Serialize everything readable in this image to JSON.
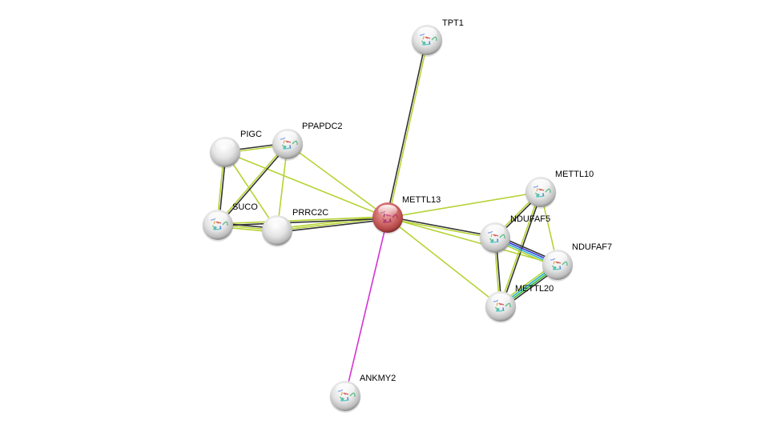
{
  "network": {
    "center_color": "#c0504d",
    "nodes": [
      {
        "id": "TPT1",
        "label": "TPT1",
        "structure": true
      },
      {
        "id": "PIGC",
        "label": "PIGC",
        "structure": false
      },
      {
        "id": "PPAPDC2",
        "label": "PPAPDC2",
        "structure": true
      },
      {
        "id": "METTL13",
        "label": "METTL13",
        "structure": true,
        "query": true
      },
      {
        "id": "METTL10",
        "label": "METTL10",
        "structure": true
      },
      {
        "id": "SUCO",
        "label": "SUCO",
        "structure": true
      },
      {
        "id": "PRRC2C",
        "label": "PRRC2C",
        "structure": false
      },
      {
        "id": "NDUFAF5",
        "label": "NDUFAF5",
        "structure": true
      },
      {
        "id": "NDUFAF7",
        "label": "NDUFAF7",
        "structure": true
      },
      {
        "id": "METTL20",
        "label": "METTL20",
        "structure": true
      },
      {
        "id": "ANKMY2",
        "label": "ANKMY2",
        "structure": true
      }
    ],
    "edges": [
      {
        "a": "METTL13",
        "b": "TPT1",
        "colors": [
          "#333333",
          "#b5d334"
        ]
      },
      {
        "a": "METTL13",
        "b": "ANKMY2",
        "colors": [
          "#d630d6"
        ]
      },
      {
        "a": "METTL13",
        "b": "PIGC",
        "colors": [
          "#b5d334"
        ]
      },
      {
        "a": "METTL13",
        "b": "PPAPDC2",
        "colors": [
          "#b5d334"
        ]
      },
      {
        "a": "METTL13",
        "b": "PRRC2C",
        "colors": [
          "#333333",
          "#b5d334",
          "#b5d334"
        ]
      },
      {
        "a": "METTL13",
        "b": "SUCO",
        "colors": [
          "#333333",
          "#b5d334"
        ]
      },
      {
        "a": "METTL13",
        "b": "METTL10",
        "colors": [
          "#b5d334"
        ]
      },
      {
        "a": "METTL13",
        "b": "NDUFAF5",
        "colors": [
          "#333333",
          "#b5d334"
        ]
      },
      {
        "a": "METTL13",
        "b": "NDUFAF7",
        "colors": [
          "#b5d334"
        ]
      },
      {
        "a": "METTL13",
        "b": "METTL20",
        "colors": [
          "#b5d334"
        ]
      },
      {
        "a": "PIGC",
        "b": "PPAPDC2",
        "colors": [
          "#333333",
          "#b5d334"
        ]
      },
      {
        "a": "PIGC",
        "b": "SUCO",
        "colors": [
          "#333333",
          "#b5d334"
        ]
      },
      {
        "a": "PIGC",
        "b": "PRRC2C",
        "colors": [
          "#b5d334"
        ]
      },
      {
        "a": "PPAPDC2",
        "b": "SUCO",
        "colors": [
          "#333333",
          "#b5d334"
        ]
      },
      {
        "a": "PPAPDC2",
        "b": "PRRC2C",
        "colors": [
          "#b5d334"
        ]
      },
      {
        "a": "SUCO",
        "b": "PRRC2C",
        "colors": [
          "#333333",
          "#b5d334",
          "#b5d334"
        ]
      },
      {
        "a": "METTL10",
        "b": "NDUFAF5",
        "colors": [
          "#333333",
          "#b5d334"
        ]
      },
      {
        "a": "METTL10",
        "b": "METTL20",
        "colors": [
          "#333333",
          "#b5d334"
        ]
      },
      {
        "a": "METTL10",
        "b": "NDUFAF7",
        "colors": [
          "#b5d334"
        ]
      },
      {
        "a": "NDUFAF5",
        "b": "NDUFAF7",
        "colors": [
          "#333333",
          "#3333dd",
          "#2ab0d0",
          "#b5d334"
        ]
      },
      {
        "a": "NDUFAF5",
        "b": "METTL20",
        "colors": [
          "#333333",
          "#b5d334"
        ]
      },
      {
        "a": "NDUFAF7",
        "b": "METTL20",
        "colors": [
          "#333333",
          "#2ec02e",
          "#2ab0d0",
          "#b5d334"
        ]
      }
    ]
  }
}
